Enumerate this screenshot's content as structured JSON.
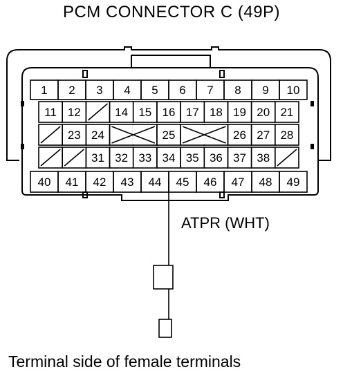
{
  "title": "PCM CONNECTOR C (49P)",
  "wire_label": "ATPR (WHT)",
  "caption": "Terminal side of female terminals",
  "rows": [
    [
      "1",
      "2",
      "3",
      "4",
      "5",
      "6",
      "7",
      "8",
      "9",
      "10"
    ],
    [
      "11",
      "12",
      "",
      "14",
      "15",
      "16",
      "17",
      "18",
      "19",
      "20",
      "21"
    ],
    [
      "",
      "23",
      "24",
      "",
      "",
      "25",
      "",
      "",
      "26",
      "27",
      "28"
    ],
    [
      "",
      "",
      "31",
      "32",
      "33",
      "34",
      "35",
      "36",
      "37",
      "38",
      ""
    ],
    [
      "40",
      "41",
      "42",
      "43",
      "44",
      "45",
      "46",
      "47",
      "48",
      "49"
    ]
  ],
  "highlighted_terminal": "45"
}
